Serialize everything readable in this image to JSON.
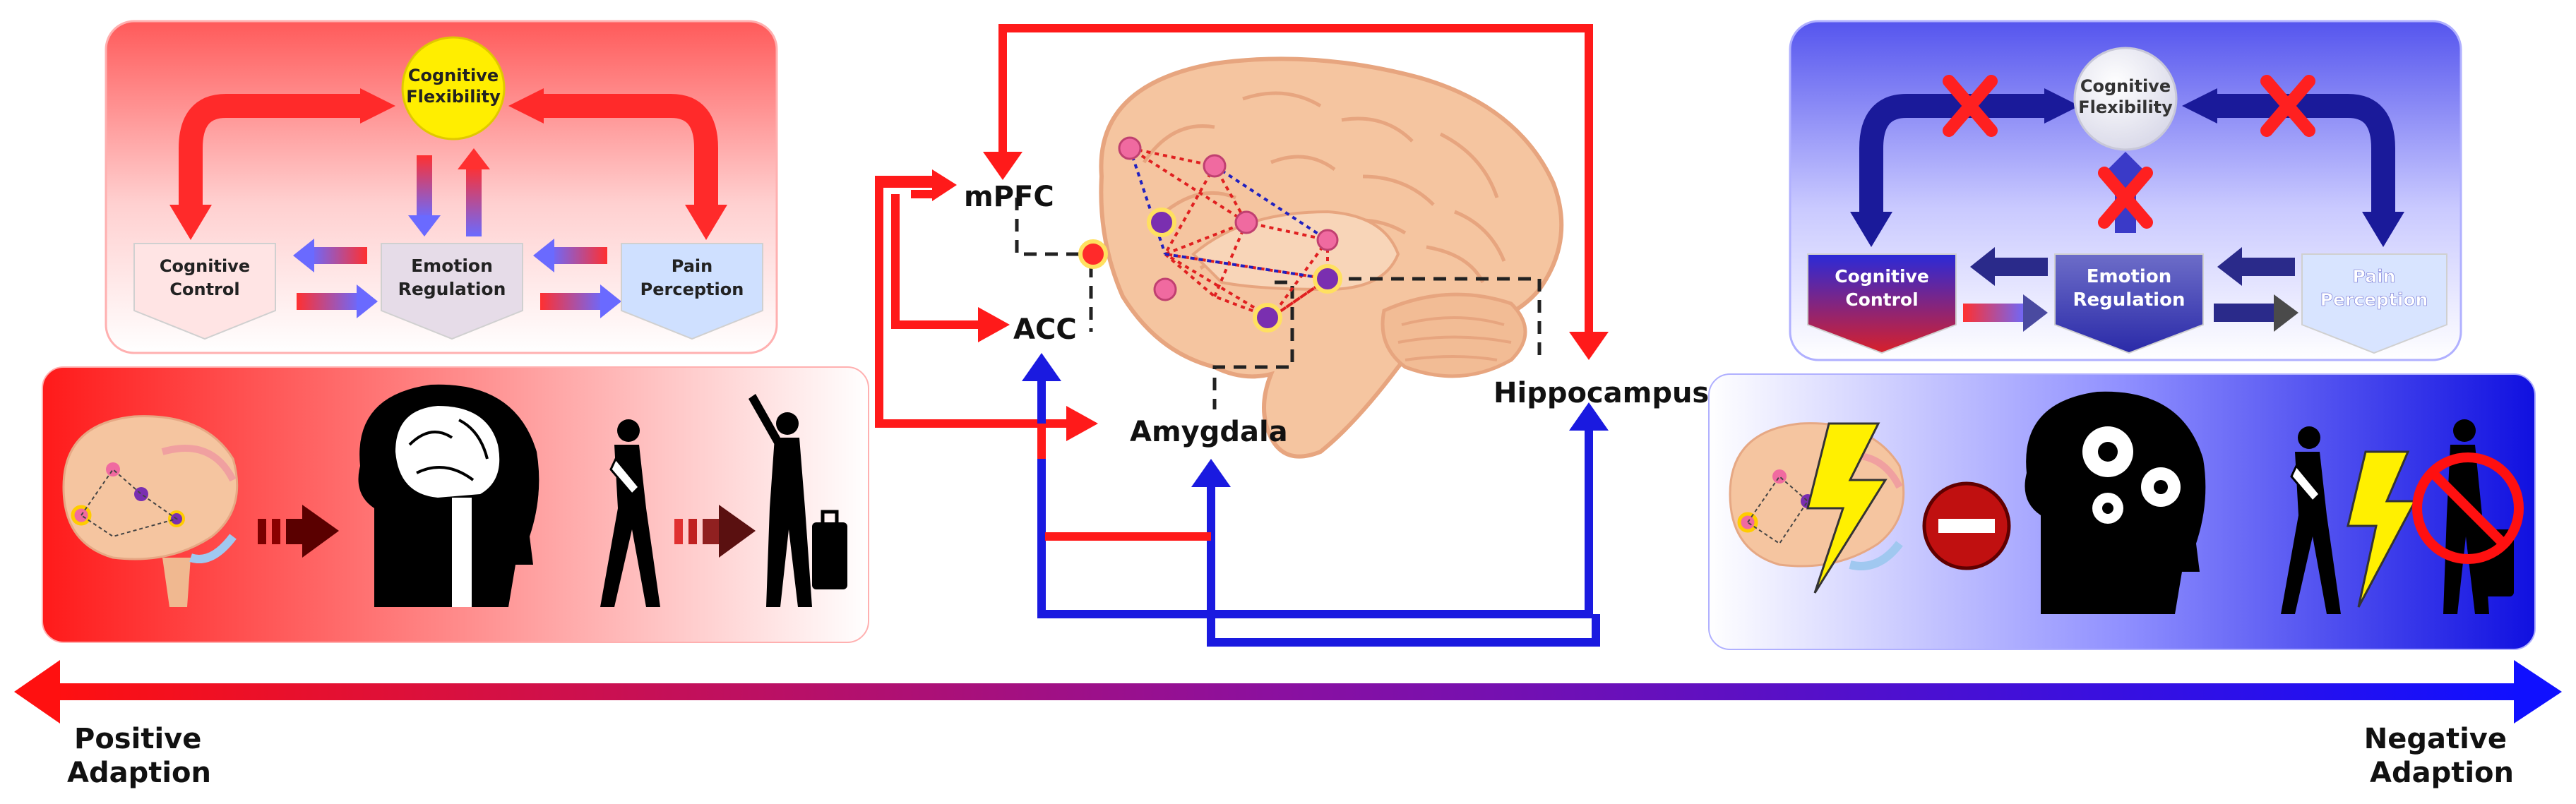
{
  "left_panel": {
    "top_node": {
      "label_line1": "Cognitive",
      "label_line2": "Flexibility"
    },
    "nodes": [
      {
        "label_line1": "Cognitive",
        "label_line2": "Control"
      },
      {
        "label_line1": "Emotion",
        "label_line2": "Regulation"
      },
      {
        "label_line1": "Pain",
        "label_line2": "Perception"
      }
    ]
  },
  "right_panel": {
    "top_node": {
      "label_line1": "Cognitive",
      "label_line2": "Flexibility"
    },
    "nodes": [
      {
        "label_line1": "Cognitive",
        "label_line2": "Control"
      },
      {
        "label_line1": "Emotion",
        "label_line2": "Regulation"
      },
      {
        "label_line1": "Pain",
        "label_line2": "Perception"
      }
    ]
  },
  "brain_regions": {
    "mpfc": "mPFC",
    "acc": "ACC",
    "amygdala": "Amygdala",
    "hippocampus": "Hippocampus"
  },
  "spectrum": {
    "left_line1": "Positive",
    "left_line2": "Adaption",
    "right_line1": "Negative",
    "right_line2": "Adaption"
  },
  "colors": {
    "positive": "#ff2020",
    "negative": "#1a1ae0",
    "brain": "#f5c5a0",
    "node_pink": "#f06aa0",
    "node_purple": "#7a2fb0"
  }
}
